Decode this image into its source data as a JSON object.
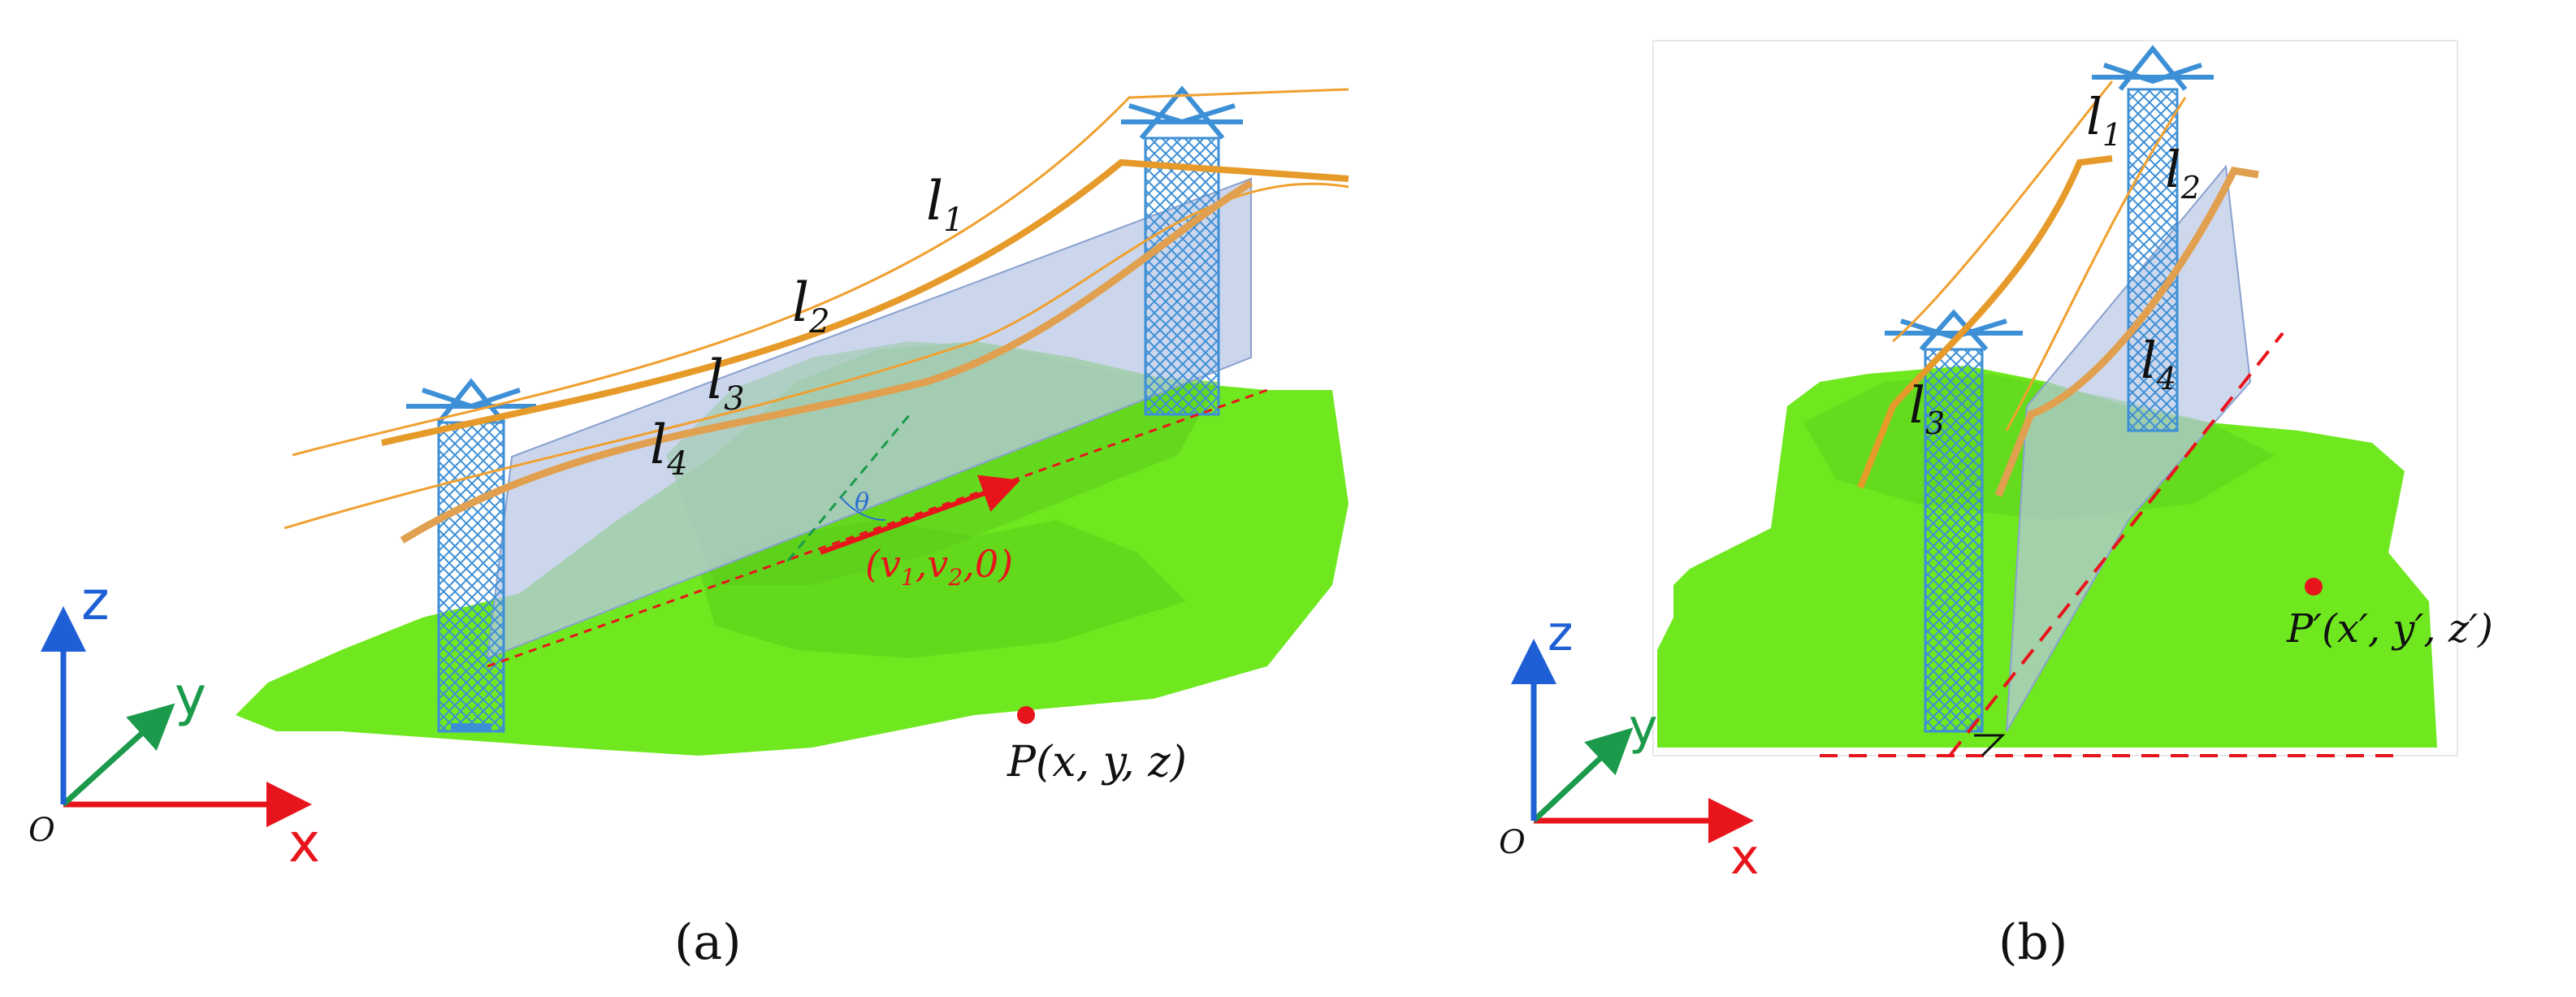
{
  "panel_a": {
    "caption": "(a)",
    "wire_labels": {
      "l1": {
        "base": "l",
        "sub": "1"
      },
      "l2": {
        "base": "l",
        "sub": "2"
      },
      "l3": {
        "base": "l",
        "sub": "3"
      },
      "l4": {
        "base": "l",
        "sub": "4"
      }
    },
    "theta_label": "θ",
    "vector_label": "(v1,v2,0)",
    "vector_label_parts": {
      "open": "(",
      "v": "v",
      "s1": "1",
      "comma1": ",",
      "s2": "2",
      "comma2": ",",
      "zero": "0",
      "close": ")"
    },
    "point_label": "P(x, y, z)",
    "axes": {
      "origin": "O",
      "x": "x",
      "y": "y",
      "z": "z"
    }
  },
  "panel_b": {
    "caption": "(b)",
    "wire_labels": {
      "l1": {
        "base": "l",
        "sub": "1"
      },
      "l2": {
        "base": "l",
        "sub": "2"
      },
      "l3": {
        "base": "l",
        "sub": "3"
      },
      "l4": {
        "base": "l",
        "sub": "4"
      }
    },
    "point_label": "P′(x′, y′, z′)",
    "axes": {
      "origin": "O",
      "x": "x",
      "y": "y",
      "z": "z"
    }
  },
  "colors": {
    "vegetation": "#6fe81f",
    "vegetation_dark": "#4fcf1a",
    "wire_thin": "#f0a030",
    "wire_thick": "#e69a2a",
    "tower": "#3d8fd6",
    "plane": "#b9c8e6",
    "axis_x": "#e8141b",
    "axis_y": "#1a9a4a",
    "axis_z": "#1e5fd6",
    "vector": "#e8141b",
    "point": "#e8141b",
    "theta": "#2a6fd0"
  }
}
